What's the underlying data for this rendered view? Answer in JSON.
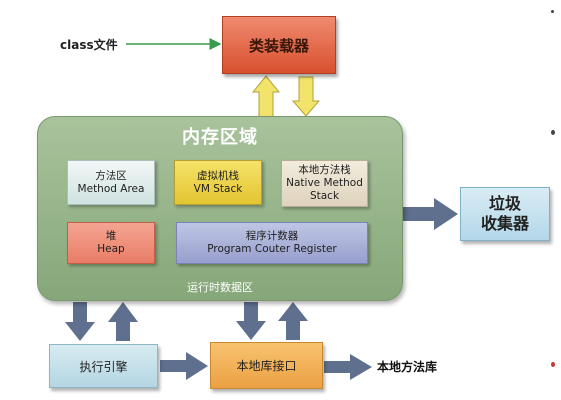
{
  "diagram": {
    "class_loader": "类装载器",
    "class_file": "class文件",
    "memory_area": {
      "title": "内存区域",
      "runtime_data_area": "运行时数据区",
      "method_area": {
        "zh": "方法区",
        "en": "Method Area"
      },
      "vm_stack": {
        "zh": "虚拟机栈",
        "en": "VM Stack"
      },
      "native_method_stack": {
        "zh": "本地方法栈",
        "en_line1": "Native Method",
        "en_line2": "Stack"
      },
      "heap": {
        "zh": "堆",
        "en": "Heap"
      },
      "program_counter": {
        "zh": "程序计数器",
        "en": "Program Couter Register"
      }
    },
    "garbage_collector": {
      "line1": "垃圾",
      "line2": "收集器"
    },
    "execution_engine": "执行引擎",
    "native_interface": "本地库接口",
    "native_method_library": "本地方法库"
  }
}
